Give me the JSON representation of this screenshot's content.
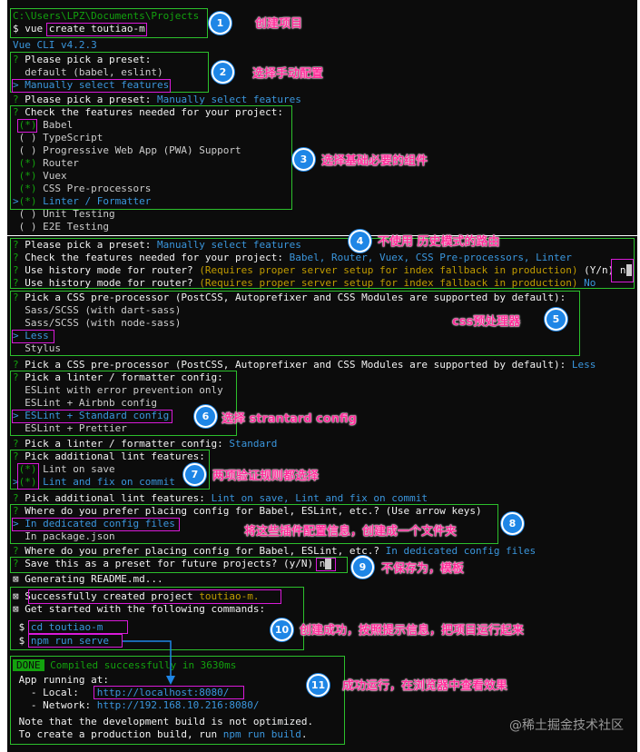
{
  "terminal": {
    "l1": "C:\\Users\\LPZ\\Documents\\Projects",
    "l2_prompt": "$ vue ",
    "l2_cmd": "create toutiao-m",
    "l3": "Vue CLI v4.2.3",
    "l4_q": "? ",
    "l4_t": "Please pick a preset:",
    "l5": "  default (babel, eslint)",
    "l6_arrow": "> ",
    "l6_t": "Manually select features",
    "l7_q": "? ",
    "l7_t": "Please pick a preset: ",
    "l7_a": "Manually select features",
    "l8_q": "? ",
    "l8_t": "Check the features needed for your project:",
    "f1_mark": "(*)",
    "f1_t": " Babel",
    "f2": " ( ) TypeScript",
    "f3": " ( ) Progressive Web App (PWA) Support",
    "f4_mark": "(*)",
    "f4_t": " Router",
    "f5_mark": "(*)",
    "f5_t": " Vuex",
    "f6_mark": "(*)",
    "f6_t": " CSS Pre-processors",
    "f7_arrow": ">",
    "f7_mark": "(*)",
    "f7_t": " Linter / Formatter",
    "f8": " ( ) Unit Testing",
    "f9": " ( ) E2E Testing",
    "s4a_t": "Please pick a preset: ",
    "s4a_a": "Manually select features",
    "s4b_t": "Check the features needed for your project: ",
    "s4b_a": "Babel, Router, Vuex, CSS Pre-processors, Linter",
    "s4c_t": "Use history mode for router? ",
    "s4c_y": "(Requires proper server setup for index fallback in production)",
    "s4c_yn": " (Y/n) ",
    "s4c_in": "n",
    "s4d_t": "Use history mode for router? ",
    "s4d_y": "(Requires proper server setup for index fallback in production)",
    "s4d_a": " No",
    "css_q": "Pick a CSS pre-processor (PostCSS, Autoprefixer and CSS Modules are supported by default):",
    "css1": "  Sass/SCSS (with dart-sass)",
    "css2": "  Sass/SCSS (with node-sass)",
    "css3_arrow": "> ",
    "css3_t": "Less",
    "css4": "  Stylus",
    "css_ans_t": "Pick a CSS pre-processor (PostCSS, Autoprefixer and CSS Modules are supported by default): ",
    "css_ans_a": "Less",
    "lint_q": "Pick a linter / formatter config:",
    "lint1": "  ESLint with error prevention only",
    "lint2": "  ESLint + Airbnb config",
    "lint3_arrow": "> ",
    "lint3_t": "ESLint + Standard config",
    "lint4": "  ESLint + Prettier",
    "lint_ans_t": "Pick a linter / formatter config: ",
    "lint_ans_a": "Standard",
    "lf_q": "Pick additional lint features:",
    "lf1_mark": "(*)",
    "lf1_t": " Lint on save",
    "lf2_arrow": ">",
    "lf2_mark": "(*)",
    "lf2_t": " Lint and fix on commit",
    "lf_ans_t": "Pick additional lint features: ",
    "lf_ans_a": "Lint on save, Lint and fix on commit",
    "place_q": "Where do you prefer placing config for Babel, ESLint, etc.? (Use arrow keys)",
    "place1_arrow": "> ",
    "place1_t": "In dedicated config files",
    "place2": "  In package.json",
    "place_ans_t": "Where do you prefer placing config for Babel, ESLint, etc.? ",
    "place_ans_a": "In dedicated config files",
    "save_t": "Save this as a preset for future projects? (y/N) ",
    "save_in": "n",
    "gen": "Generating README.md...",
    "succ_t": "Successfully created project ",
    "succ_p": "toutiao-m.",
    "start_t": "Get started with the following commands:",
    "cmd1": "cd toutiao-m",
    "cmd2": "npm run serve",
    "done_badge": "DONE",
    "done_t": " Compiled successfully in 3630ms",
    "run_t": "App running at:",
    "local_t": "  - Local:   ",
    "local_url": "http://localhost:8080/",
    "net_t": "  - Network: ",
    "net_url": "http://192.168.10.216:8080/",
    "note1": "Note that the development build is not optimized.",
    "note2_t": "To create a production build, run ",
    "note2_c": "npm run build",
    "note2_e": "."
  },
  "annotations": {
    "n1": "创建项目",
    "n2": "选择手动配置",
    "n3": "选择基础必要的组件",
    "n4": "不使用 历史模式的路由",
    "n5": "css预处理器",
    "n6": "选择 strantard config",
    "n7": "两项验证规则都选择",
    "n8": "将这些插件配置信息，创建成一个文件夹",
    "n9": "不保存为，模板",
    "n10": "创建成功，按照提示信息，把项目运行起来",
    "n11": "成功运行，在浏览器中查看效果"
  },
  "badges": [
    "1",
    "2",
    "3",
    "4",
    "5",
    "6",
    "7",
    "8",
    "9",
    "10",
    "11"
  ],
  "watermark": "@稀土掘金技术社区",
  "colors": {
    "terminal_bg": "#0c0c0c",
    "green": "#13a10e",
    "cyan": "#3a96dd",
    "yellow": "#c19c00",
    "magenta_box": "#d91ad9",
    "green_box": "#2cc02c",
    "badge_blue": "#1e86e6",
    "note_pink": "#ff2d9a"
  }
}
